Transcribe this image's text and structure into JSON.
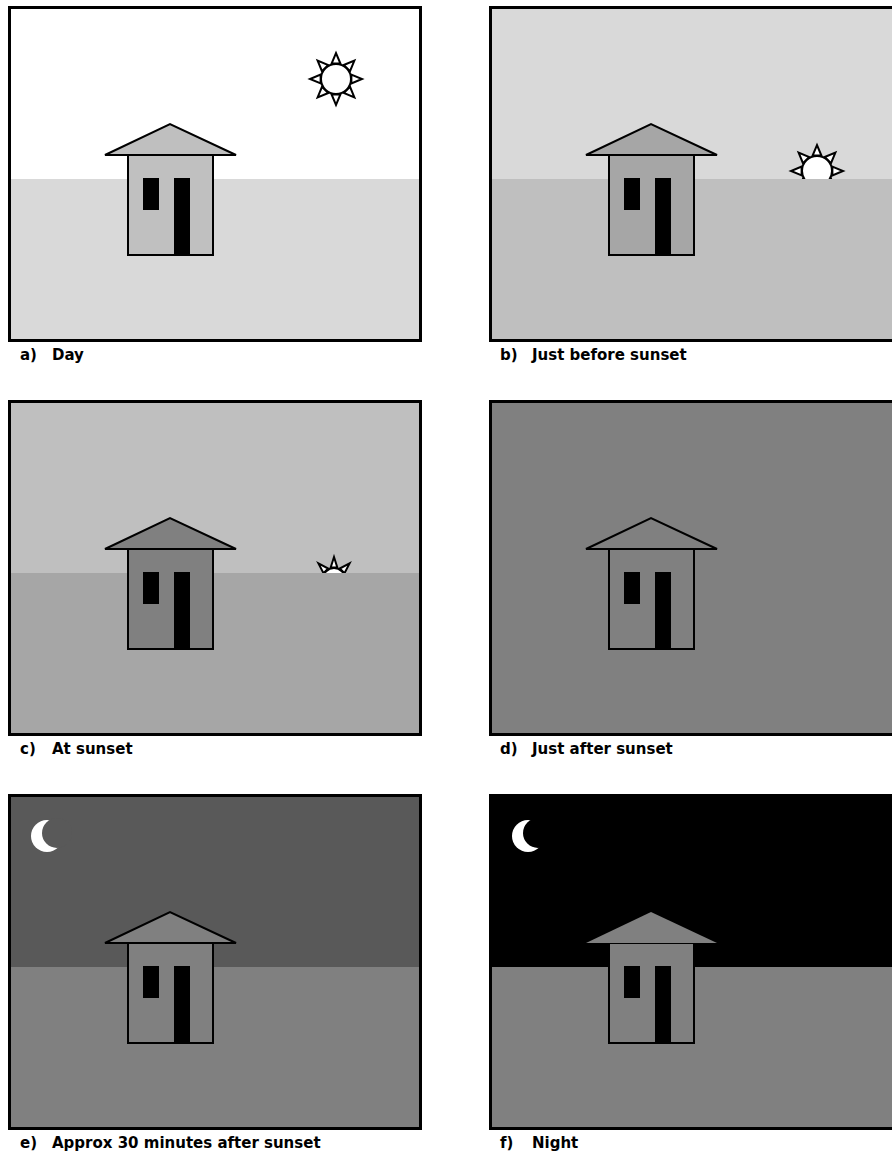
{
  "diagram": {
    "labels": [
      "a)",
      "Day",
      "b)",
      "Just before sunset",
      "c)",
      "At sunset",
      "d)",
      "Just after sunset",
      "e)",
      "Approx 30 minutes after sunset",
      "f)",
      "Night"
    ]
  }
}
